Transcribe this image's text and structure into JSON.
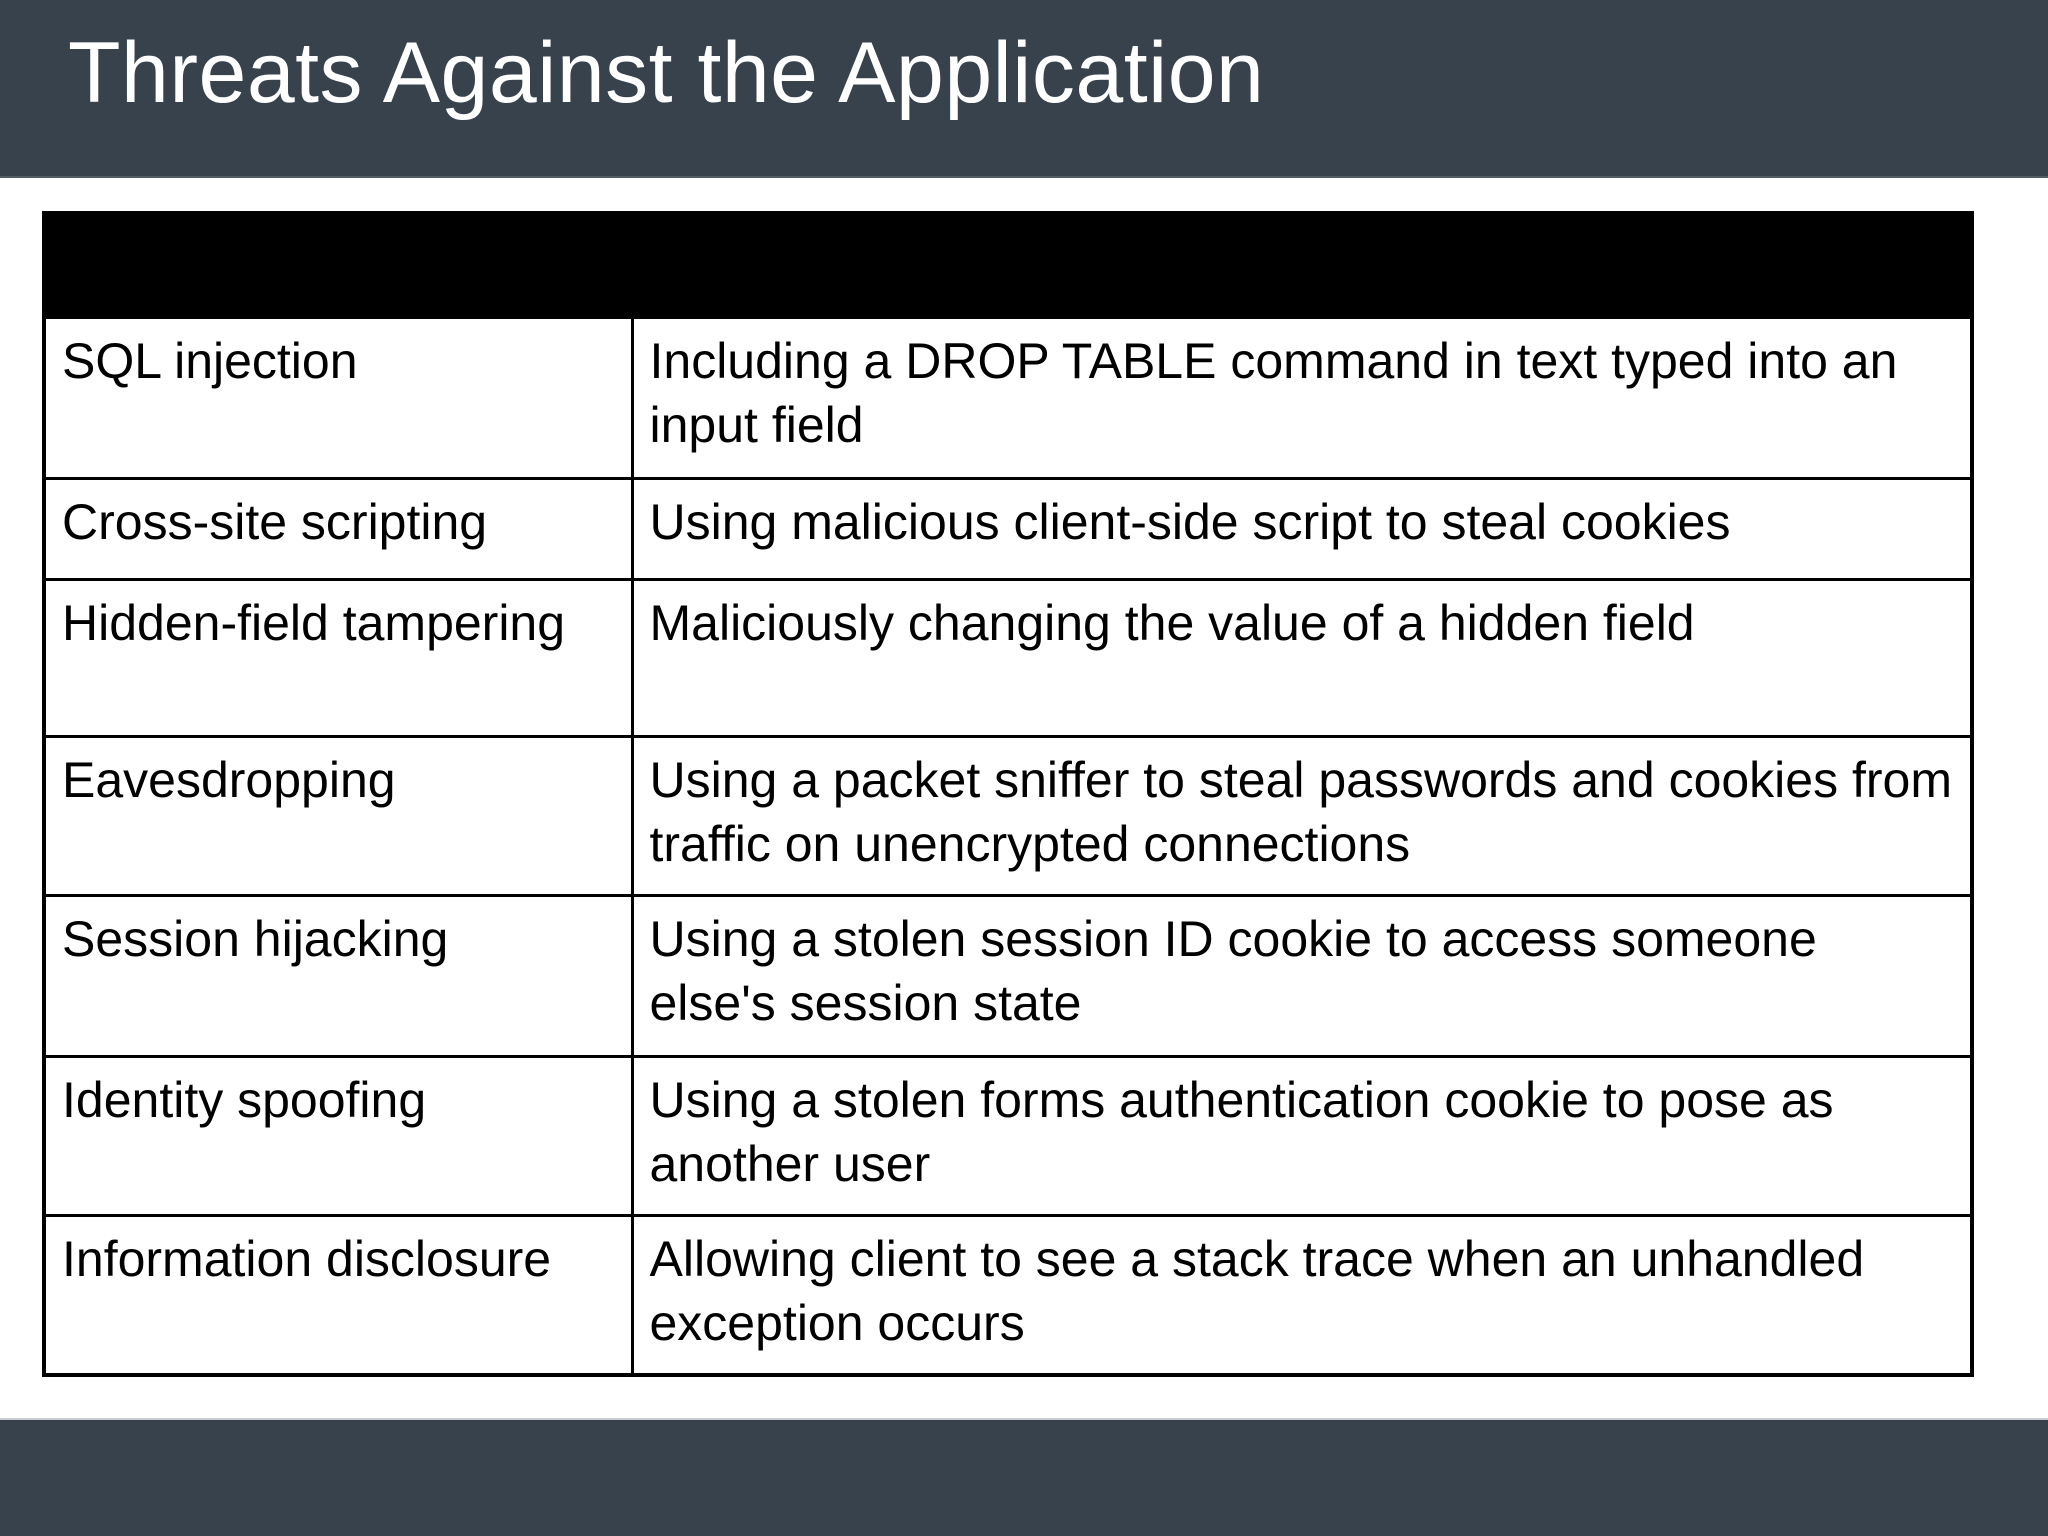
{
  "slide": {
    "title": "Threats Against the Application",
    "title_bar_color": "#37424c",
    "footer_bar_color": "#37424c",
    "background_color": "#ffffff",
    "header_row_color": "#000000",
    "border_color": "#000000",
    "text_color": "#000000"
  },
  "table": {
    "headers": [
      "",
      ""
    ],
    "rows": [
      {
        "threat": "SQL injection",
        "description": "Including a DROP TABLE command in text typed into an input field"
      },
      {
        "threat": "Cross-site scripting",
        "description": "Using malicious client-side script to steal cookies"
      },
      {
        "threat": "Hidden-field tampering",
        "description": "Maliciously changing the value of a hidden field"
      },
      {
        "threat": "Eavesdropping",
        "description": "Using a packet sniffer to steal passwords and cookies from traffic on unencrypted connections"
      },
      {
        "threat": "Session hijacking",
        "description": "Using a stolen session ID cookie to access someone else's session state"
      },
      {
        "threat": "Identity spoofing",
        "description": "Using a stolen forms authentication cookie to pose as another user"
      },
      {
        "threat": "Information disclosure",
        "description": "Allowing client to see a stack trace when an unhandled exception occurs"
      }
    ]
  }
}
